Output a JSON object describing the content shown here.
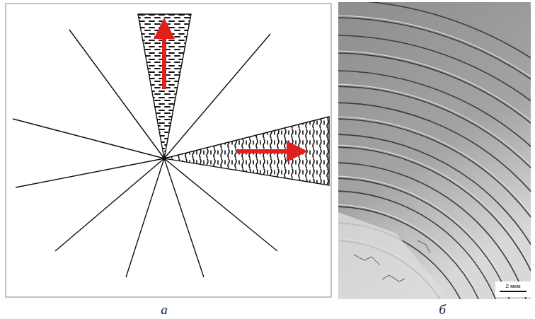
{
  "diagram": {
    "labels": [
      "а",
      "б",
      "2 мкм"
    ]
  }
}
